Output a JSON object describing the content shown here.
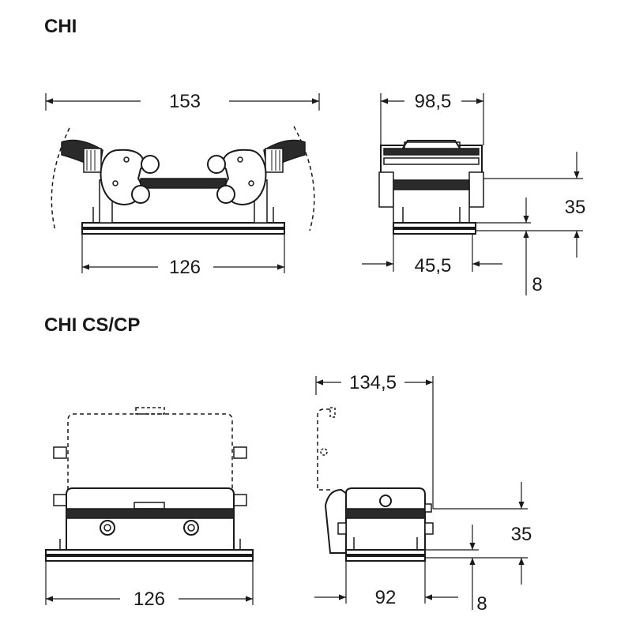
{
  "sections": [
    {
      "heading": "CHI",
      "views": {
        "front": {
          "width_overall": "153",
          "width_base": "126"
        },
        "side": {
          "width_top": "98,5",
          "width_base": "45,5",
          "height": "35",
          "base_height": "8"
        }
      }
    },
    {
      "heading": "CHI CS/CP",
      "views": {
        "front": {
          "width_base": "126"
        },
        "side": {
          "width_top": "134,5",
          "width_base": "92",
          "height": "35",
          "base_height": "8"
        }
      }
    }
  ],
  "colors": {
    "ink": "#1a1a1a",
    "paper": "#ffffff",
    "fill_dark": "#2a2a2a"
  }
}
